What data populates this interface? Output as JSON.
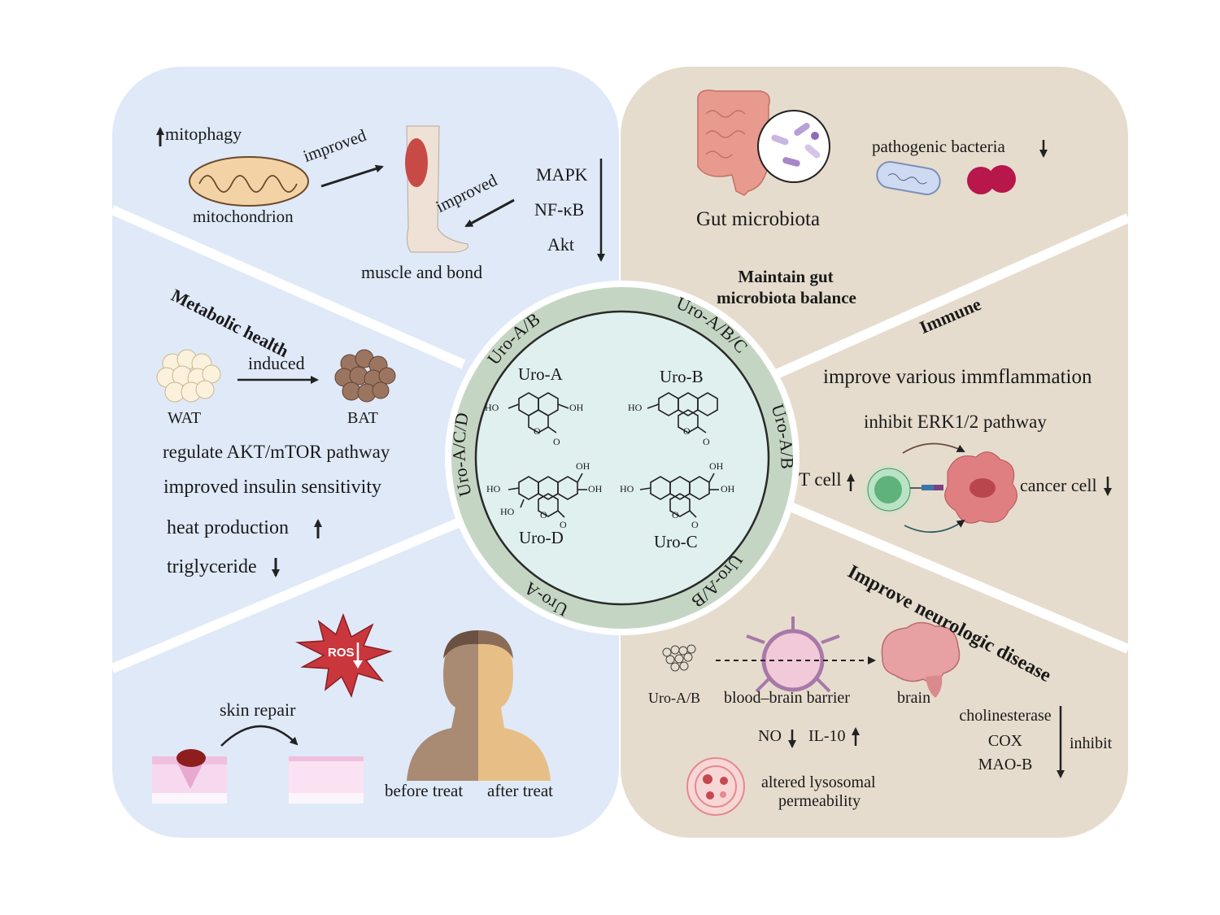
{
  "colors": {
    "left_panel": "#dfe9f8",
    "right_panel": "#e6dccd",
    "ring": "#c4d6c3",
    "inner_circle": "#dff0ee",
    "divider": "#ffffff",
    "ros_star": "#c9373d",
    "text": "#1a1a1a"
  },
  "center": {
    "compounds": [
      {
        "name": "Uro-A",
        "substituents": [
          "HO",
          "OH"
        ]
      },
      {
        "name": "Uro-B",
        "substituents": [
          "HO"
        ]
      },
      {
        "name": "Uro-D",
        "substituents": [
          "HO",
          "HO",
          "OH",
          "OH"
        ]
      },
      {
        "name": "Uro-C",
        "substituents": [
          "HO",
          "OH",
          "OH"
        ]
      }
    ],
    "atoms": {
      "ring_o": "O",
      "carbonyl_o": "O"
    },
    "ring_labels": {
      "top_left": "Uro-A/B",
      "top_right": "Uro-A/B/C",
      "right": "Uro-A/B",
      "bottom_right": "Uro-A/B",
      "bottom_left": "Uro-A",
      "left": "Uro-A/C/D"
    }
  },
  "muscle": {
    "mitophagy": "mitophagy",
    "mitochondrion_label": "mitochondrion",
    "improved_1": "improved",
    "improved_2": "improved",
    "muscle_label": "muscle and bond",
    "pathways": [
      "MAPK",
      "NF-κB",
      "Akt"
    ]
  },
  "metabolic": {
    "title": "Metabolic health",
    "induced": "induced",
    "wat": "WAT",
    "bat": "BAT",
    "lines": [
      "regulate AKT/mTOR pathway",
      "improved insulin sensitivity",
      "heat production",
      "triglyceride"
    ]
  },
  "skin": {
    "ros": "ROS",
    "skin_repair": "skin repair",
    "before": "before treat",
    "after": "after treat"
  },
  "gut": {
    "label": "Gut microbiota",
    "pathogenic": "pathogenic bacteria",
    "title_line1": "Maintain gut",
    "title_line2": "microbiota balance"
  },
  "immune": {
    "title": "Immune",
    "line1": "improve various immflammation",
    "line2": "inhibit ERK1/2 pathway",
    "t_cell": "T cell",
    "cancer_cell": "cancer cell"
  },
  "neuro": {
    "title": "Improve neurologic disease",
    "uro_ab": "Uro-A/B",
    "bbb": "blood–brain barrier",
    "brain": "brain",
    "no": "NO",
    "il10": "IL-10",
    "lyso_line1": "altered lysosomal",
    "lyso_line2": "permeability",
    "enzymes": [
      "cholinesterase",
      "COX",
      "MAO-B"
    ],
    "inhibit": "inhibit"
  }
}
